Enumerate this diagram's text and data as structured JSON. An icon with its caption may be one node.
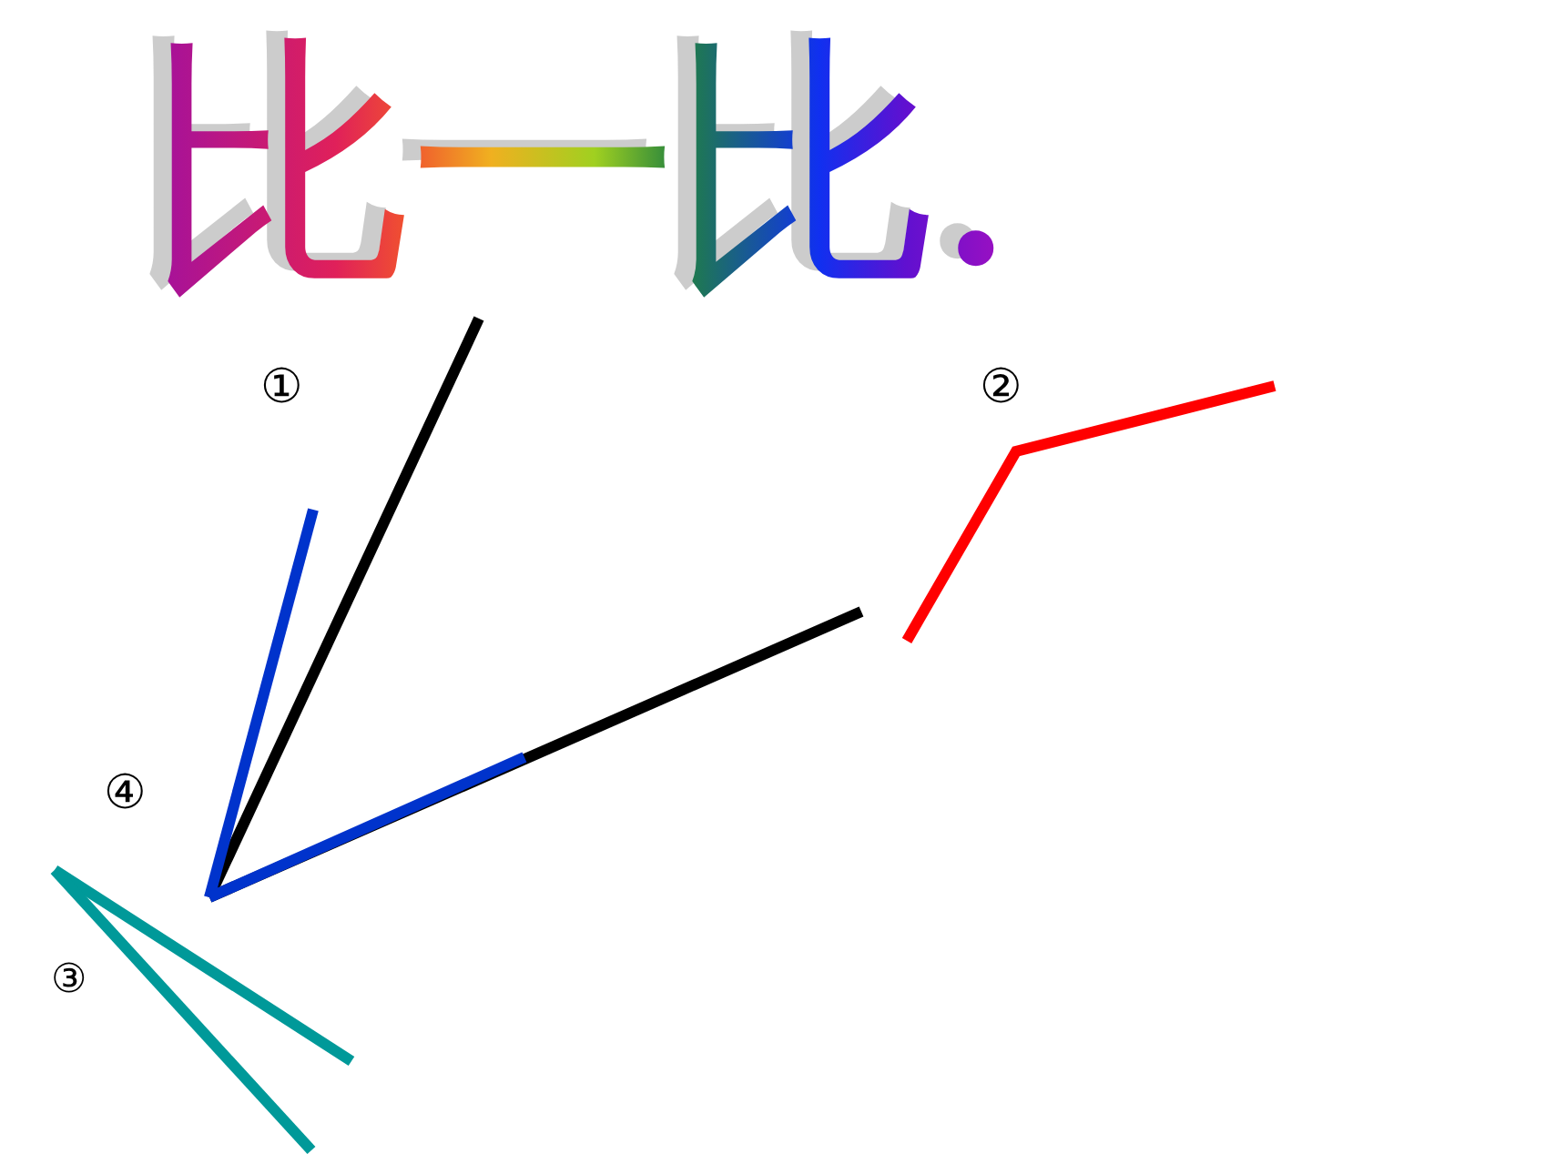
{
  "diagram": {
    "title": "比一比.",
    "labels": [
      "①",
      "②",
      "④",
      "③"
    ]
  }
}
